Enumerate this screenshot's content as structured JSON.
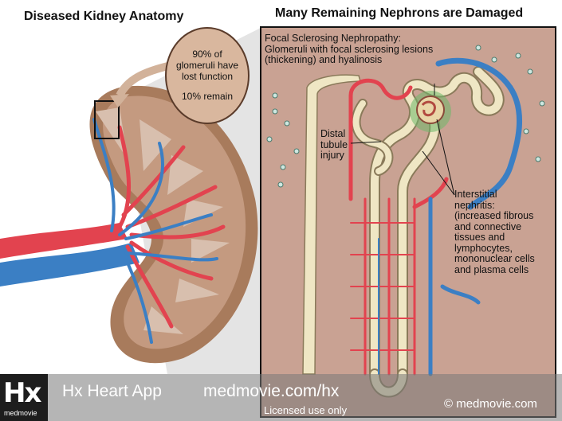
{
  "titles": {
    "left": "Diseased Kidney Anatomy",
    "right": "Many Remaining Nephrons are Damaged"
  },
  "callout": {
    "line1": "90% of",
    "line2": "glomeruli have",
    "line3": "lost function",
    "line4": "10% remain"
  },
  "labels": {
    "fsgs": [
      "Focal Sclerosing Nephropathy:",
      "Glomeruli with focal sclerosing lesions",
      "(thickening) and hyalinosis"
    ],
    "distal": [
      "Distal",
      "tubule",
      "injury"
    ],
    "interstitial": [
      "Interstitial",
      "nephritis:",
      "(increased fibrous",
      "and connective",
      "tissues and",
      "lymphocytes,",
      "mononuclear cells",
      "and  plasma cells"
    ]
  },
  "footer": {
    "logo_mark": "Hx",
    "logo_sub": "medmovie",
    "app_name": "Hx Heart App",
    "url": "medmovie.com/hx",
    "license": "Licensed use only",
    "copyright": "© medmovie.com"
  },
  "colors": {
    "kidney_outer": "#a87b5c",
    "kidney_cortex": "#c49a80",
    "pyramid": "#d8bfae",
    "artery": "#e2434f",
    "vein": "#3b7fc4",
    "panel_bg": "#c9a293",
    "tubule": "#efe6c4",
    "lesion_green": "#6db86a",
    "callout_fill": "#d9b79e"
  }
}
